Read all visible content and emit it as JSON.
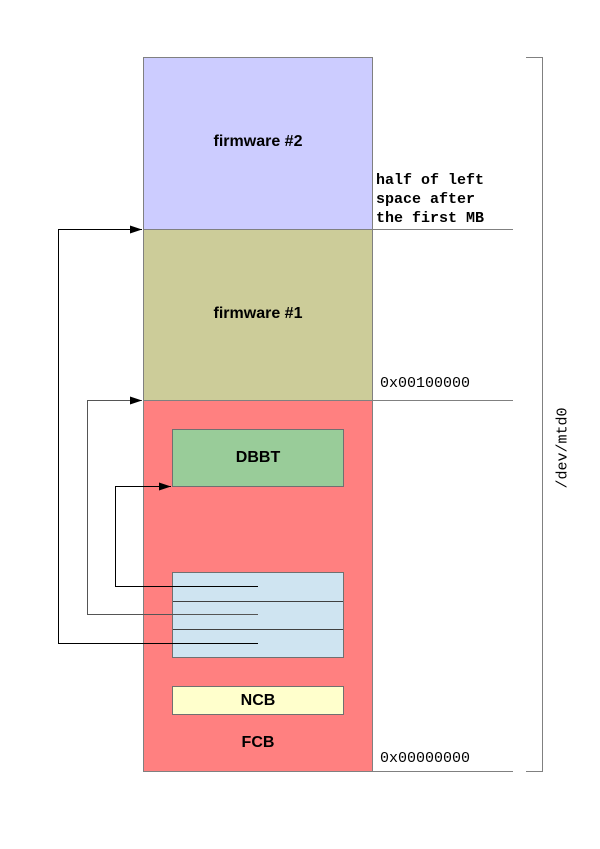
{
  "diagram": {
    "regions": {
      "firmware2": {
        "label": "firmware #2",
        "color": "#ccccff"
      },
      "firmware1": {
        "label": "firmware #1",
        "color": "#cccc99"
      },
      "fcb": {
        "label": "FCB",
        "color": "#ff8080"
      },
      "dbbt": {
        "label": "DBBT",
        "color": "#99cc99"
      },
      "ncb": {
        "label": "NCB",
        "color": "#ffffcc"
      },
      "fcb_table": {
        "color": "#cfe4f1",
        "rows": 3
      }
    },
    "annotations": {
      "firmware2_boundary": [
        "half of left",
        "space after",
        "the first MB"
      ],
      "firmware1_offset": "0x00100000",
      "base_offset": "0x00000000",
      "device": "/dev/mtd0"
    }
  }
}
